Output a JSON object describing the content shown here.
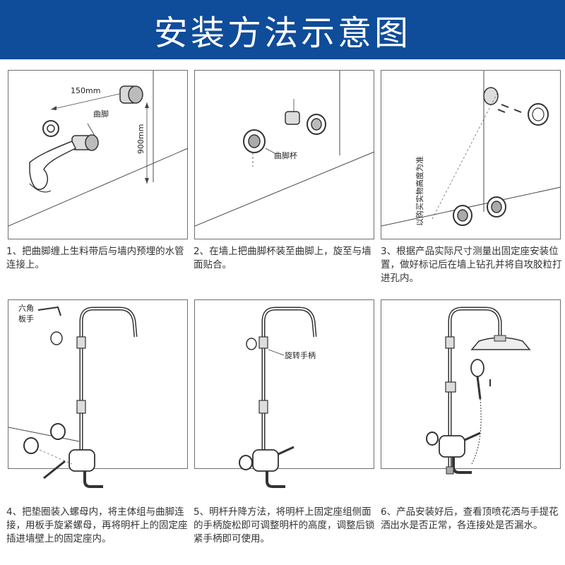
{
  "title": "安装方法示意图",
  "colors": {
    "banner": "#0f4c9a",
    "line": "#4a4a4a",
    "border": "#6f6f6f"
  },
  "steps": [
    {
      "caption": "1、把曲脚缠上生料带后与墙内预埋的水管连接上。",
      "labels": {
        "dim_width": "150mm",
        "dim_height": "900mm",
        "part": "曲脚"
      }
    },
    {
      "caption": "2、在墙上把曲脚杯装至曲脚上，旋至与墙面贴合。",
      "labels": {
        "part": "曲脚杯"
      }
    },
    {
      "caption": "3、根据产品实际尺寸测量出固定座安装位置，做好标记后在墙上钻孔并将自攻胶粒打进孔内。",
      "labels": {
        "vertical_note": "以购买实物高度为准"
      }
    },
    {
      "caption": "4、把垫圈装入螺母内，将主体组与曲脚连接，用板手旋紧螺母，再将明杆上的固定座插进墙壁上的固定座内。",
      "labels": {
        "tool_line1": "六角",
        "tool_line2": "板手"
      }
    },
    {
      "caption": "5、明杆升降方法，将明杆上固定座组侧面的手柄旋松即可调整明杆的高度，调整后锁紧手柄即可使用。",
      "labels": {
        "part": "旋转手柄"
      }
    },
    {
      "caption": "6、产品安装好后，查看顶喷花洒与手提花洒出水是否正常，各连接处是否漏水。",
      "labels": {}
    }
  ]
}
